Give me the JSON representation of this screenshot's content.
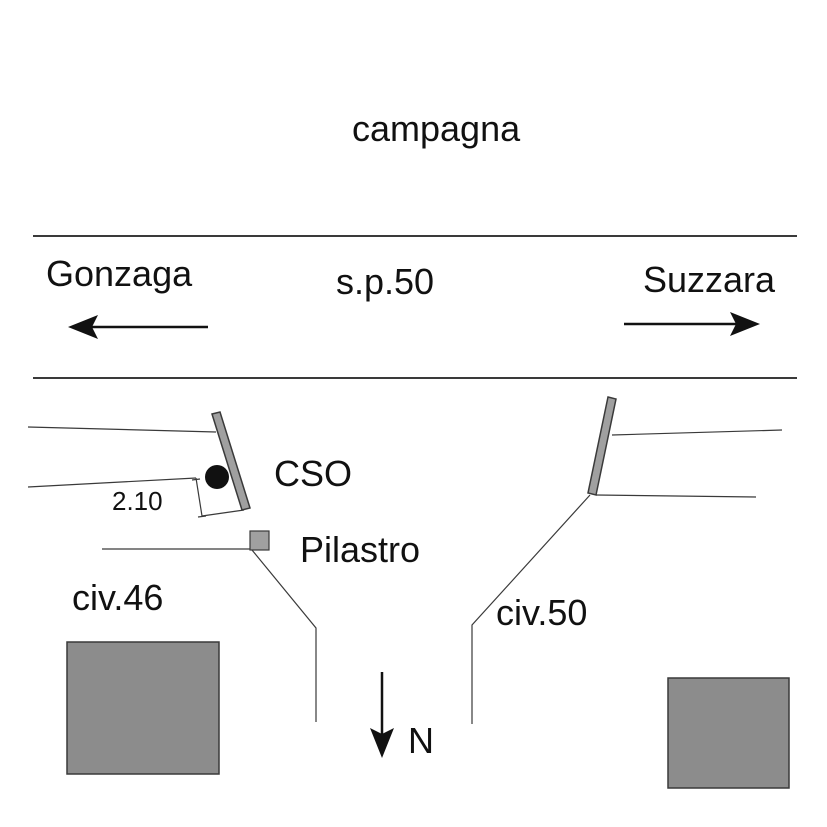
{
  "labels": {
    "campagna": "campagna",
    "road_name": "s.p.50",
    "west_destination": "Gonzaga",
    "east_destination": "Suzzara",
    "cso": "CSO",
    "distance": "2.10",
    "pilastro": "Pilastro",
    "civ_46": "civ.46",
    "civ_50": "civ.50",
    "north": "N"
  },
  "colors": {
    "line": "#3a3a3a",
    "building_fill": "#8c8c8c",
    "pillar_fill": "#a0a0a0",
    "gate_fill": "#a0a0a0",
    "cso_marker": "#111111"
  },
  "icons": {
    "west_arrow": "arrow-left-icon",
    "east_arrow": "arrow-right-icon",
    "north_arrow": "arrow-down-icon"
  }
}
